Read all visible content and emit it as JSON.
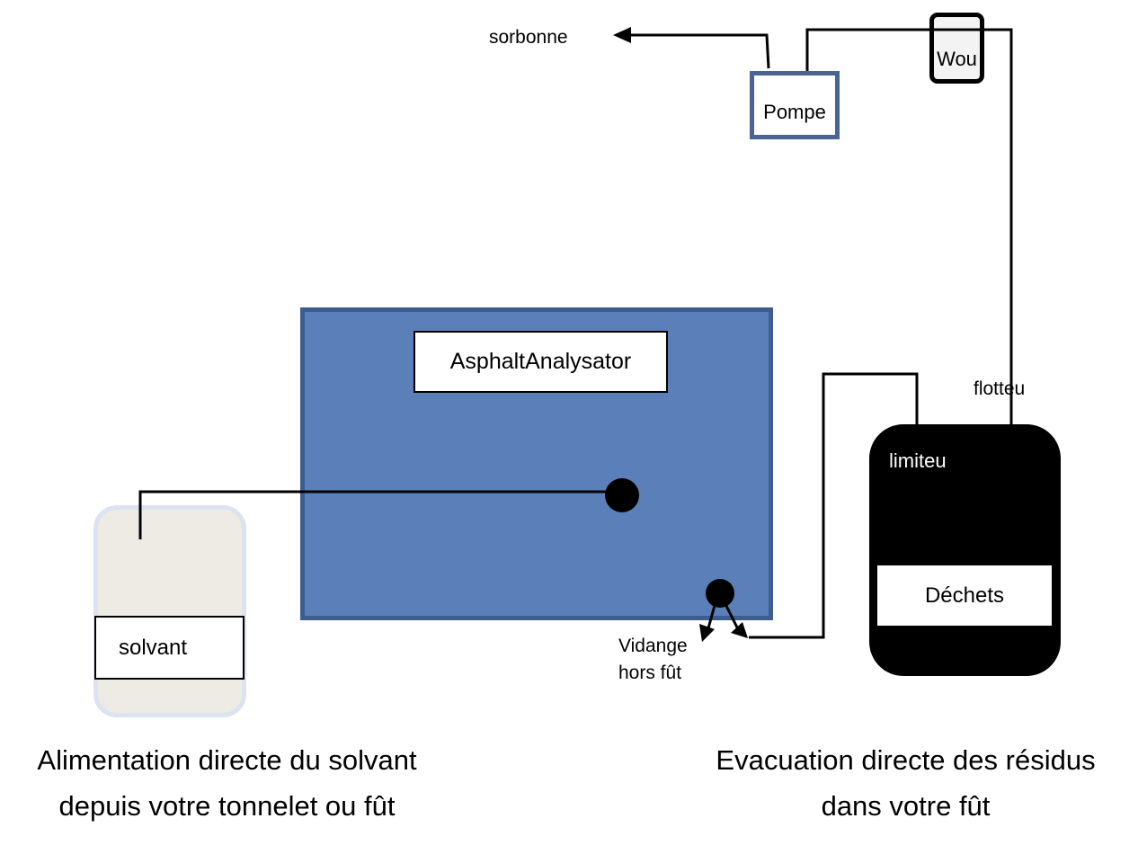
{
  "labels": {
    "analyzer": "AsphaltAnalysator",
    "solvent": "solvant",
    "waste": "Déchets",
    "limiter": "limiteu",
    "float": "flotteu",
    "pump": "Pompe",
    "wou": "Wou",
    "fume_hood": "sorbonne",
    "drain_line1": "Vidange",
    "drain_line2": "hors fût"
  },
  "captions": {
    "left_line1": "Alimentation directe du solvant",
    "left_line2": "depuis votre  tonnelet ou fût",
    "right_line1": "Evacuation directe des résidus",
    "right_line2": "dans votre fût"
  },
  "colors": {
    "analyzer_fill": "#5b80b9",
    "analyzer_border": "#3d5c8f",
    "solvent_tank_fill": "#edebe3",
    "waste_drum_fill": "#000000",
    "pump_border": "#4a6591"
  }
}
